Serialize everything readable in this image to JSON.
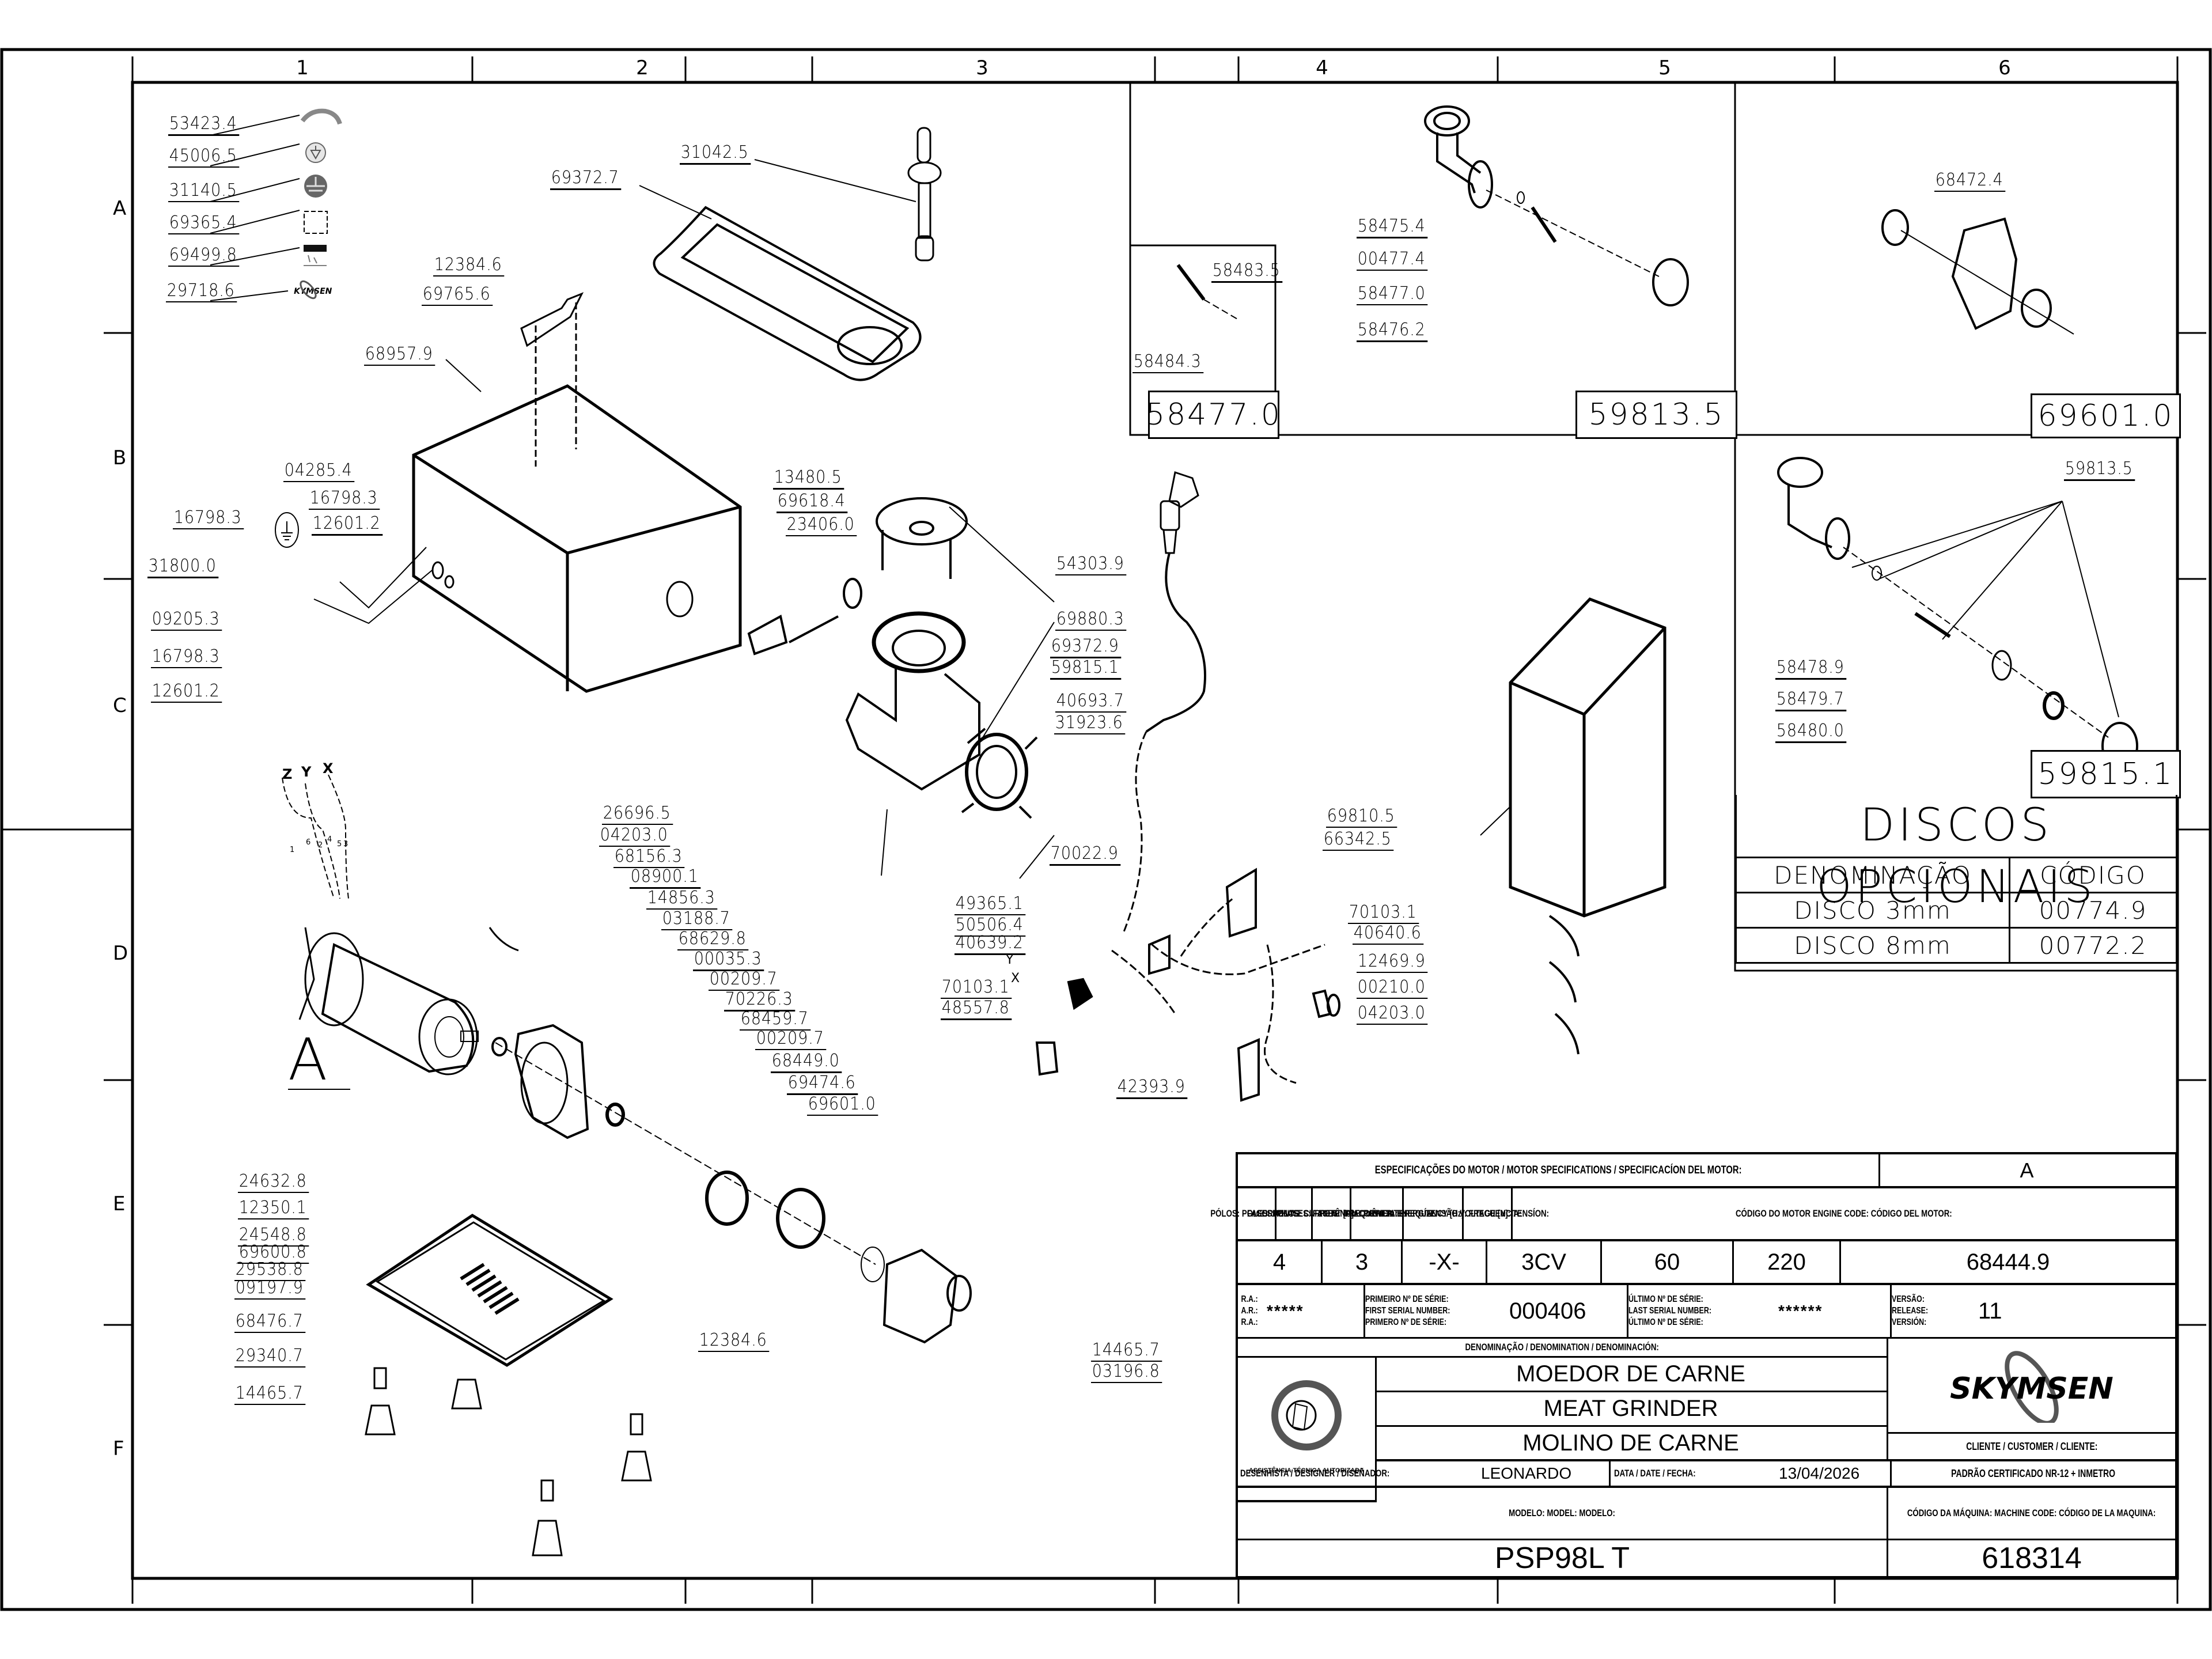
{
  "frame": {
    "columns": [
      "1",
      "2",
      "3",
      "4",
      "5",
      "6"
    ],
    "rows": [
      "A",
      "B",
      "C",
      "D",
      "E",
      "F"
    ]
  },
  "legend_items": [
    {
      "code": "53423.4",
      "icon": "rotation-arc-icon"
    },
    {
      "code": "45006.5",
      "icon": "ground-symbol-icon"
    },
    {
      "code": "31140.5",
      "icon": "earth-terminal-icon"
    },
    {
      "code": "69365.4",
      "icon": "warning-label-icon"
    },
    {
      "code": "69499.8",
      "icon": "instruction-label-icon"
    },
    {
      "code": "29718.6",
      "icon": "skymsen-logo-label-icon"
    }
  ],
  "part_labels": {
    "tray": "69372.7",
    "pusher": "31042.5",
    "bracket_screw": "12384.6",
    "bracket": "69765.6",
    "housing": "68957.9",
    "screw_04285": "04285.4",
    "screw_16798_a": "16798.3",
    "screw_12601_a": "12601.2",
    "screw_16798_b": "16798.3",
    "nut_31800": "31800.0",
    "washer_09205": "09205.3",
    "screw_16798_c": "16798.3",
    "screw_12601_b": "12601.2",
    "sw_13480": "13480.5",
    "sw_69618": "69618.4",
    "knob_23406": "23406.0",
    "cover_54303": "54303.9",
    "cable_69880": "69880.3",
    "guard_69372": "69372.9",
    "head_59815": "59815.1",
    "clip_40693": "40693.7",
    "gland_31923": "31923.6",
    "bolt_26696": "26696.5",
    "ret_04203": "04203.0",
    "shaft_68156": "68156.3",
    "knob_08900": "08900.1",
    "screw_14856": "14856.3",
    "pin_03188": "03188.7",
    "pinion_68629": "68629.8",
    "bearing_00035": "00035.3",
    "bearing_00209_a": "00209.7",
    "gear_70226": "70226.3",
    "gear_68459": "68459.7",
    "bearing_00209_b": "00209.7",
    "gear_68449": "68449.0",
    "oring_69474": "69474.6",
    "gearbox_69601": "69601.0",
    "nut_49365": "49365.1",
    "cont_50506": "50506.4",
    "relay_40639": "40639.2",
    "ter_70103_a": "70103.1",
    "plug_48557": "48557.8",
    "sw_70022": "70022.9",
    "box_69810": "69810.5",
    "sw_66342": "66342.5",
    "ter_70103_b": "70103.1",
    "btn_40640": "40640.6",
    "cap_12469": "12469.9",
    "bearing_00210": "00210.0",
    "ret_04203_b": "04203.0",
    "emerg_42393": "42393.9",
    "bolt_24632": "24632.8",
    "nut_12350": "12350.1",
    "bolt_24548": "24548.8",
    "base_69600": "69600.8",
    "grommet_29538": "29538.8",
    "screw_09197": "09197.9",
    "spacer_68476": "68476.7",
    "foot_29340": "29340.7",
    "screw_14465_a": "14465.7",
    "screw_12384_b": "12384.6",
    "screw_14465_b": "14465.7",
    "washer_03196": "03196.8",
    "motor_ref": "A"
  },
  "inset_feeder": {
    "labels": {
      "body": "58475.4",
      "washer": "00477.4",
      "worm": "58477.0",
      "ring": "58476.2"
    },
    "code": "59813.5"
  },
  "inset_worm": {
    "labels": {
      "worm": "58483.5",
      "tip": "58484.3"
    },
    "code": "58477.0"
  },
  "inset_gearbox": {
    "labels": {
      "bush": "68472.4"
    },
    "code": "69601.0"
  },
  "inset_head": {
    "labels": {
      "group": "59813.5",
      "plate": "58478.9",
      "knife": "58479.7",
      "disc": "58480.0"
    },
    "code": "59815.1"
  },
  "motor_wires": {
    "phases": [
      "Z",
      "Y",
      "X"
    ],
    "numbers": [
      "1",
      "6",
      "2",
      "4",
      "5",
      "3"
    ],
    "contactor_xy": [
      "Y",
      "X"
    ]
  },
  "optional_discs": {
    "title": "DISCOS OPCIONAIS",
    "headers": [
      "DENOMINAÇÃO",
      "CÓDIGO"
    ],
    "rows": [
      {
        "name": "DISCO  3mm",
        "code": "00774.9"
      },
      {
        "name": "DISCO  8mm",
        "code": "00772.2"
      }
    ]
  },
  "title_block": {
    "motor_spec_title": "ESPECIFICAÇÕES DO MOTOR / MOTOR SPECIFICATIONS / SPECIFICACÍON DEL MOTOR:",
    "revision": "A",
    "spec_headers": [
      "PÓLOS:\nPOLES:\nPOLOS:",
      "FASES:\nPHASES:\nFASES:",
      "CORRENTE:\nCURRENT [A]:\nCORRIENTE:",
      "POTÊNCIA:\nPOWER:\nENERGÍA:",
      "FREQUÊNCIA:\nFREQUENCY [Hz]:\nFRECUENCIA:",
      "TENSÃO\nVOLTAGE [V]:\nTENSÍON:",
      "CÓDIGO DO MOTOR\nENGINE CODE:\nCÓDIGO DEL MOTOR:"
    ],
    "spec_values": [
      "4",
      "3",
      "-X-",
      "3CV",
      "60",
      "220",
      "68444.9"
    ],
    "ra_label": "R.A.:\nA.R.:\nR.A.:",
    "ra_value": "*****",
    "first_serial_label": "PRIMEIRO Nº DE SÉRIE:\nFIRST SERIAL NUMBER:\nPRIMERO Nº DE SÉRIE:",
    "first_serial_value": "000406",
    "last_serial_label": "ÚLTIMO Nº DE SÉRIE:\nLAST SERIAL NUMBER:\nÚLTIMO Nº DE SÉRIE:",
    "last_serial_value": "******",
    "version_label": "VERSÃO:\nRELEASE:\nVERSIÓN:",
    "version_value": "11",
    "denomination_label": "DENOMINAÇÃO / DENOMINATION / DENOMINACIÓN:",
    "names": [
      "MOEDOR DE CARNE",
      "MEAT GRINDER",
      "MOLINO DE CARNE"
    ],
    "brand": "SKYMSEN",
    "seal_text": "ASSISTÊNCIA TÉCNICA AUTORIZADA",
    "customer_label": "CLIENTE / CUSTOMER / CLIENTE:",
    "designer_label": "DESENHISTA / DESIGNER / DISEÑADOR:",
    "designer": "LEONARDO",
    "date_label": "DATA / DATE / FECHA:",
    "date": "13/04/2026",
    "certification": "PADRÃO CERTIFICADO NR-12 + INMETRO",
    "model_label": "MODELO:\nMODEL:\nMODELO:",
    "model": "PSP98L T",
    "machine_code_label": "CÓDIGO DA MÁQUINA:\nMACHINE CODE:\nCÓDIGO DE LA MAQUINA:",
    "machine_code": "618314"
  }
}
